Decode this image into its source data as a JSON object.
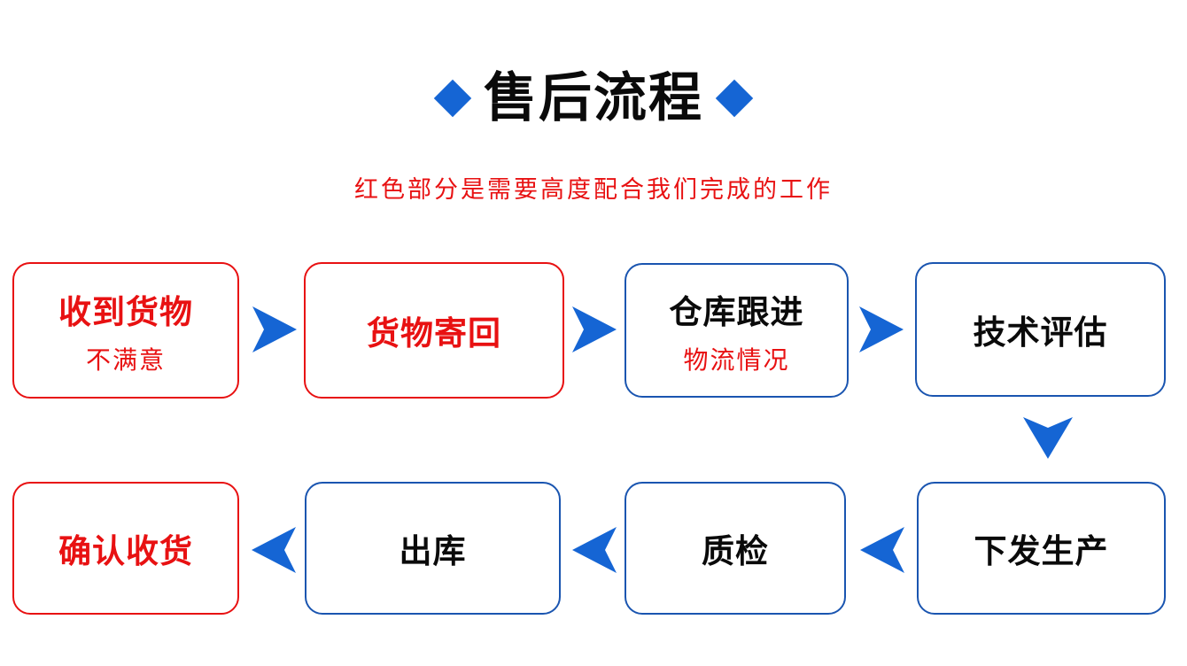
{
  "header": {
    "title": "售后流程",
    "subtitle": "红色部分是需要高度配合我们完成的工作"
  },
  "colors": {
    "accent_blue": "#1565d4",
    "box_border_blue": "#1a55b0",
    "alert_red": "#e81112",
    "title_black": "#0a0a0a",
    "background": "#ffffff"
  },
  "icons": {
    "diamond": "diamond-icon",
    "arrow_right": "arrow-right-icon",
    "arrow_left": "arrow-left-icon",
    "arrow_down": "arrow-down-icon"
  },
  "flow": {
    "top_row": [
      {
        "title": "收到货物",
        "subtitle": "不满意",
        "variant": "red"
      },
      {
        "title": "货物寄回",
        "subtitle": "",
        "variant": "red"
      },
      {
        "title": "仓库跟进",
        "subtitle": "物流情况",
        "variant": "blue"
      },
      {
        "title": "技术评估",
        "subtitle": "",
        "variant": "blue"
      }
    ],
    "bottom_row": [
      {
        "title": "确认收货",
        "subtitle": "",
        "variant": "red"
      },
      {
        "title": "出库",
        "subtitle": "",
        "variant": "blue"
      },
      {
        "title": "质检",
        "subtitle": "",
        "variant": "blue"
      },
      {
        "title": "下发生产",
        "subtitle": "",
        "variant": "blue"
      }
    ]
  }
}
